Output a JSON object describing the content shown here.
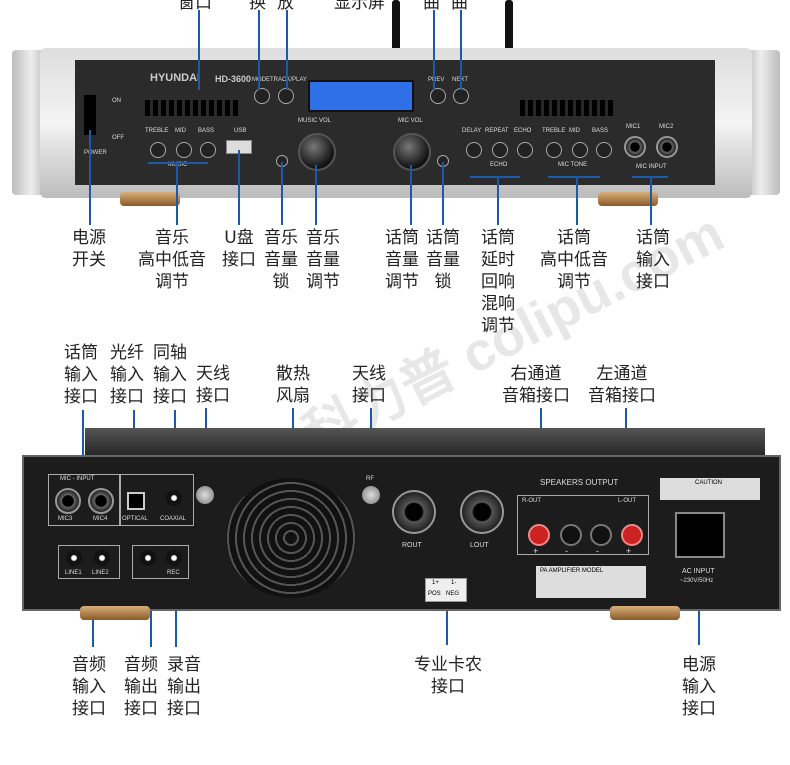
{
  "top_labels": {
    "window": "窗口",
    "switch": "换",
    "play": "放",
    "display": "显示屏",
    "track_prev": "曲",
    "track_next": "曲"
  },
  "front_labels": {
    "power_switch": "电源\n开关",
    "music_eq": "音乐\n高中低音\n调节",
    "usb": "U盘\n接口",
    "music_lock": "音乐\n音量\n锁",
    "music_vol": "音乐\n音量\n调节",
    "mic_vol": "话筒\n音量\n调节",
    "mic_lock": "话筒\n音量\n锁",
    "echo": "话筒\n延时\n回响\n混响\n调节",
    "mic_eq": "话筒\n高中低音\n调节",
    "mic_input": "话筒\n输入\n接口"
  },
  "rear_labels": {
    "mic_input": "话筒\n输入\n接口",
    "optical": "光纤\n输入\n接口",
    "coaxial": "同轴\n输入\n接口",
    "antenna1": "天线\n接口",
    "fan": "散热\n风扇",
    "antenna2": "天线\n接口",
    "right_speaker": "右通道\n音箱接口",
    "left_speaker": "左通道\n音箱接口",
    "audio_in": "音频\n输入\n接口",
    "audio_out": "音频\n输出\n接口",
    "rec_out": "录音\n输出\n接口",
    "speakon": "专业卡农\n接口",
    "power_in": "电源\n输入\n接口"
  },
  "panel_text": {
    "brand": "HYUNDAI",
    "model": "HD-3600",
    "music_vol": "MUSIC VOL",
    "mic_vol": "MIC VOL",
    "on": "ON",
    "off": "OFF",
    "power": "POWER",
    "treble": "TREBLE",
    "mid": "MID",
    "bass": "BASS",
    "usb": "USB",
    "delay": "DELAY",
    "repeat": "REPEAT",
    "echo": "ECHO",
    "echo_group": "ECHO",
    "mic_tone": "MIC TONE",
    "music_group": "MUSIC",
    "mic1": "MIC1",
    "mic2": "MIC2",
    "mic_input": "MIC INPUT",
    "mode": "MODE",
    "track_play": "TRACK/PLAY",
    "prev": "PREV",
    "next": "NEXT"
  },
  "rear_text": {
    "mic_input": "MIC - INPUT",
    "mic3": "MIC3",
    "mic4": "MIC4",
    "optical": "OPTICAL",
    "coaxial": "COAXIAL",
    "rf": "RF",
    "rout": "ROUT",
    "lout": "LOUT",
    "speakers_output": "SPEAKERS   OUTPUT",
    "r_out": "R-OUT",
    "l_out": "L-OUT",
    "ac_input": "AC INPUT",
    "voltage": "~230V/50Hz",
    "caution": "CAUTION",
    "pos": "POS",
    "neg": "NEG",
    "line1": "LINE1",
    "line2": "LINE2",
    "rec": "REC",
    "plus": "+",
    "minus": "-",
    "spec_title": "PA AMPLIFIER MODEL",
    "one_plus": "1+",
    "one_minus": "1-"
  },
  "watermark": "科力普 colipu.com",
  "colors": {
    "annotation_line": "#1a5aa8",
    "display": "#2f6fe8",
    "panel": "#2b2b2b"
  }
}
